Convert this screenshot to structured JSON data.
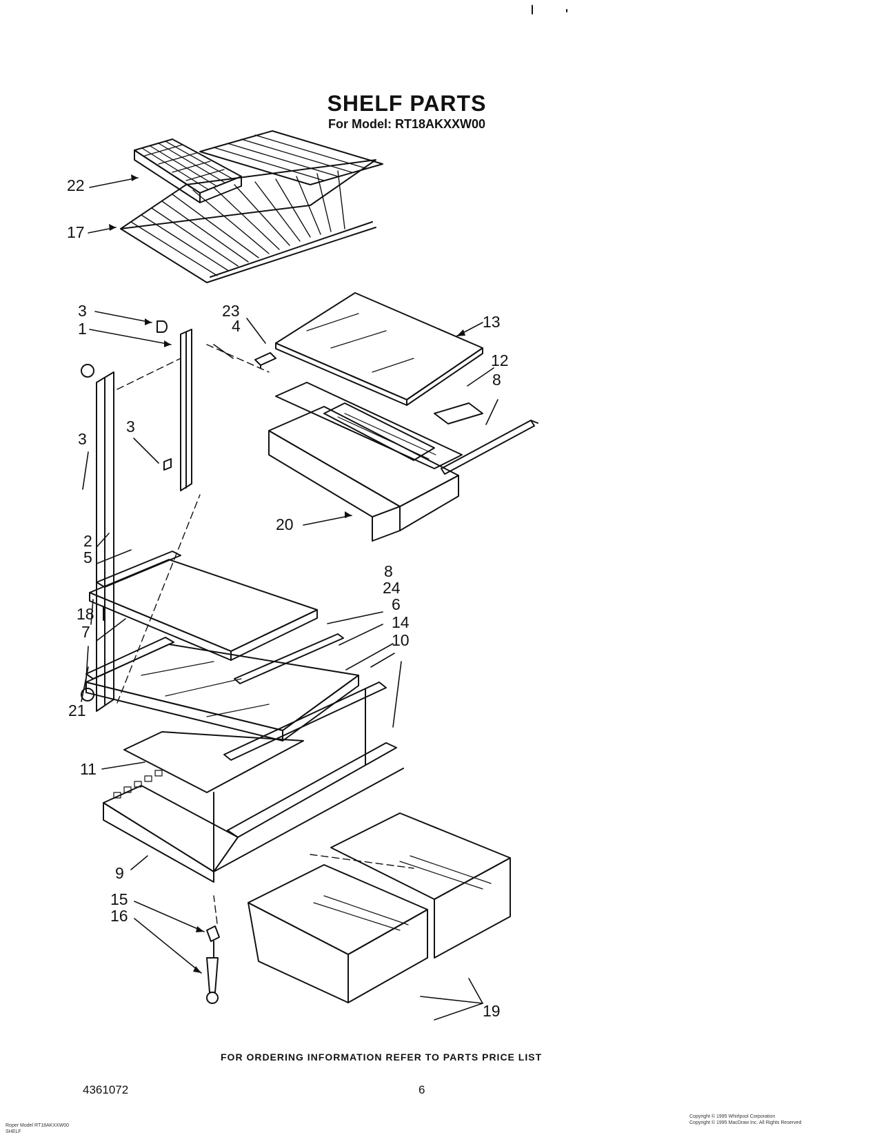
{
  "title": "SHELF PARTS",
  "subtitle": "For Model: RT18AKXXW00",
  "callouts": [
    "22",
    "17",
    "3",
    "1",
    "23",
    "4",
    "13",
    "12",
    "8",
    "3",
    "3",
    "20",
    "2",
    "5",
    "8",
    "24",
    "18",
    "6",
    "14",
    "7",
    "10",
    "21",
    "11",
    "9",
    "15",
    "16",
    "19"
  ],
  "footer_note": "FOR ORDERING INFORMATION REFER TO PARTS PRICE LIST",
  "doc_number": "4361072",
  "page_number": "6",
  "fine_print_left": [
    "Roper Model RT18AKXXW00",
    "SHELF"
  ],
  "fine_print_right": [
    "Copyright © 1995 Whirlpool Corporation",
    "Copyright © 1995 MacDraw Inc. All Rights Reserved"
  ]
}
